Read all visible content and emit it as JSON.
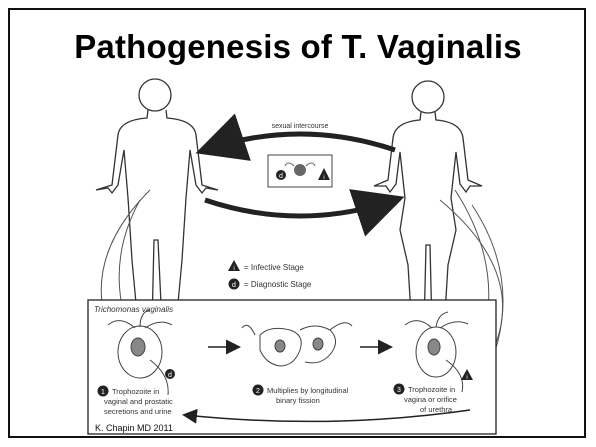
{
  "title": "Pathogenesis of T. Vaginalis",
  "cycle": {
    "arrow_label": "sexual intercourse",
    "badge_stage_d": "d",
    "badge_stage_i": "i"
  },
  "legend": {
    "infective_label": "= Infective Stage",
    "diagnostic_label": "= Diagnostic Stage",
    "infective_symbol": "i",
    "diagnostic_symbol": "d"
  },
  "inset": {
    "title": "Trichomonas vaginalis",
    "steps": [
      {
        "number": "1",
        "stage_badge": "d",
        "line1": "Trophozoite in",
        "line2": "vaginal and prostatic",
        "line3": "secretions and urine"
      },
      {
        "number": "2",
        "line1": "Multiplies by longitudinal",
        "line2": "binary fission"
      },
      {
        "number": "3",
        "stage_badge": "i",
        "line1": "Trophozoite in",
        "line2": "vagina or orifice",
        "line3": "of urethra"
      }
    ]
  },
  "credit": "K. Chapin MD 2011"
}
